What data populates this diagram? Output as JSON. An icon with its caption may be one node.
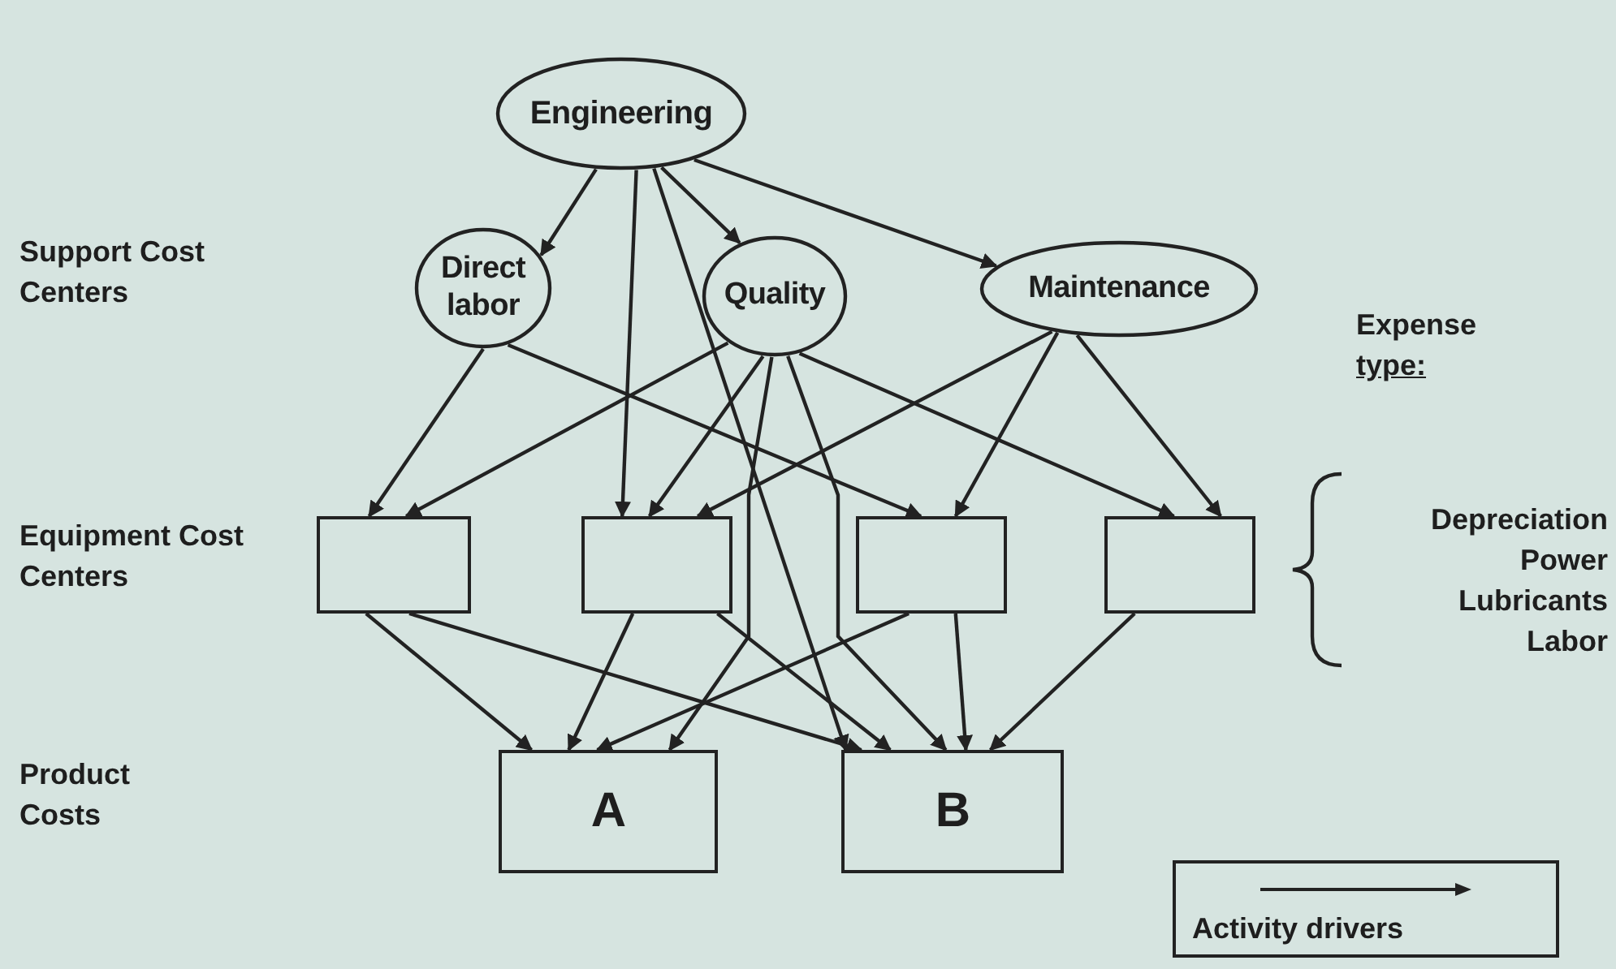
{
  "diagram": {
    "nodes": [
      {
        "text": [
          "Engineering"
        ]
      },
      {
        "text": [
          "Direct labor"
        ]
      },
      {
        "text": [
          "Quality"
        ]
      },
      {
        "text": [
          "Maintenance"
        ]
      },
      {
        "text": [],
        "shape": "box"
      },
      {
        "text": [],
        "shape": "box"
      },
      {
        "text": [],
        "shape": "box"
      },
      {
        "text": [],
        "shape": "box"
      },
      {
        "text": [
          "A"
        ]
      },
      {
        "text": [
          "B"
        ]
      }
    ],
    "edges": [
      {
        "from": 0,
        "to": 1,
        "arrow": "to"
      },
      {
        "from": 0,
        "to": 2,
        "arrow": "to"
      },
      {
        "from": 0,
        "to": 3,
        "arrow": "to"
      },
      {
        "from": 0,
        "to": 5,
        "arrow": "to"
      },
      {
        "from": 0,
        "to": 9,
        "arrow": "to"
      },
      {
        "from": 1,
        "to": 4,
        "arrow": "to"
      },
      {
        "from": 1,
        "to": 6,
        "arrow": "to"
      },
      {
        "from": 2,
        "to": 4,
        "arrow": "to"
      },
      {
        "from": 2,
        "to": 5,
        "arrow": "to"
      },
      {
        "from": 2,
        "to": 8,
        "arrow": "to"
      },
      {
        "from": 2,
        "to": 9,
        "arrow": "to"
      },
      {
        "from": 2,
        "to": 7,
        "arrow": "to"
      },
      {
        "from": 3,
        "to": 5,
        "arrow": "to"
      },
      {
        "from": 3,
        "to": 6,
        "arrow": "to"
      },
      {
        "from": 3,
        "to": 7,
        "arrow": "to"
      },
      {
        "from": 4,
        "to": 8,
        "arrow": "to"
      },
      {
        "from": 4,
        "to": 9,
        "arrow": "to"
      },
      {
        "from": 5,
        "to": 8,
        "arrow": "to"
      },
      {
        "from": 5,
        "to": 9,
        "arrow": "to"
      },
      {
        "from": 6,
        "to": 8,
        "arrow": "to"
      },
      {
        "from": 6,
        "to": 9,
        "arrow": "to"
      },
      {
        "from": 7,
        "to": 9,
        "arrow": "to"
      }
    ],
    "labels": [
      "Support Cost Centers",
      "Expense",
      "type:",
      "Equipment Cost Centers",
      "Depreciation",
      "Power",
      "Lubricants",
      "Labor",
      "Product Costs"
    ],
    "legend": [
      {
        "text": "Activity drivers"
      }
    ]
  }
}
